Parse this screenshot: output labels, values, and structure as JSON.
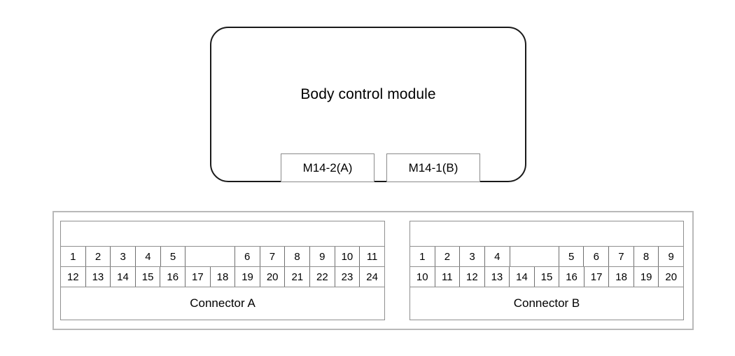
{
  "module": {
    "title": "Body control module",
    "ports": [
      {
        "name": "port-m14-2-a",
        "label": "M14-2(A)"
      },
      {
        "name": "port-m14-1-b",
        "label": "M14-1(B)"
      }
    ]
  },
  "connectors": [
    {
      "id": "connector-a",
      "label": "Connector A",
      "top_row": [
        {
          "label": "1",
          "blank": false,
          "span": 1
        },
        {
          "label": "2",
          "blank": false,
          "span": 1
        },
        {
          "label": "3",
          "blank": false,
          "span": 1
        },
        {
          "label": "4",
          "blank": false,
          "span": 1
        },
        {
          "label": "5",
          "blank": false,
          "span": 1
        },
        {
          "label": "",
          "blank": true,
          "span": 2
        },
        {
          "label": "6",
          "blank": false,
          "span": 1
        },
        {
          "label": "7",
          "blank": false,
          "span": 1
        },
        {
          "label": "8",
          "blank": false,
          "span": 1
        },
        {
          "label": "9",
          "blank": false,
          "span": 1
        },
        {
          "label": "10",
          "blank": false,
          "span": 1
        },
        {
          "label": "11",
          "blank": false,
          "span": 1
        }
      ],
      "bottom_row": [
        {
          "label": "12",
          "blank": false,
          "span": 1
        },
        {
          "label": "13",
          "blank": false,
          "span": 1
        },
        {
          "label": "14",
          "blank": false,
          "span": 1
        },
        {
          "label": "15",
          "blank": false,
          "span": 1
        },
        {
          "label": "16",
          "blank": false,
          "span": 1
        },
        {
          "label": "17",
          "blank": false,
          "span": 1
        },
        {
          "label": "18",
          "blank": false,
          "span": 1
        },
        {
          "label": "19",
          "blank": false,
          "span": 1
        },
        {
          "label": "20",
          "blank": false,
          "span": 1
        },
        {
          "label": "21",
          "blank": false,
          "span": 1
        },
        {
          "label": "22",
          "blank": false,
          "span": 1
        },
        {
          "label": "23",
          "blank": false,
          "span": 1
        },
        {
          "label": "24",
          "blank": false,
          "span": 1
        }
      ]
    },
    {
      "id": "connector-b",
      "label": "Connector B",
      "top_row": [
        {
          "label": "1",
          "blank": false,
          "span": 1
        },
        {
          "label": "2",
          "blank": false,
          "span": 1
        },
        {
          "label": "3",
          "blank": false,
          "span": 1
        },
        {
          "label": "4",
          "blank": false,
          "span": 1
        },
        {
          "label": "",
          "blank": true,
          "span": 2
        },
        {
          "label": "5",
          "blank": false,
          "span": 1
        },
        {
          "label": "6",
          "blank": false,
          "span": 1
        },
        {
          "label": "7",
          "blank": false,
          "span": 1
        },
        {
          "label": "8",
          "blank": false,
          "span": 1
        },
        {
          "label": "9",
          "blank": false,
          "span": 1
        }
      ],
      "bottom_row": [
        {
          "label": "10",
          "blank": false,
          "span": 1
        },
        {
          "label": "11",
          "blank": false,
          "span": 1
        },
        {
          "label": "12",
          "blank": false,
          "span": 1
        },
        {
          "label": "13",
          "blank": false,
          "span": 1
        },
        {
          "label": "14",
          "blank": false,
          "span": 1
        },
        {
          "label": "15",
          "blank": false,
          "span": 1
        },
        {
          "label": "16",
          "blank": false,
          "span": 1
        },
        {
          "label": "17",
          "blank": false,
          "span": 1
        },
        {
          "label": "18",
          "blank": false,
          "span": 1
        },
        {
          "label": "19",
          "blank": false,
          "span": 1
        },
        {
          "label": "20",
          "blank": false,
          "span": 1
        }
      ]
    }
  ],
  "colors": {
    "outline": "#1a1a1a",
    "grid": "#6f6f6f",
    "frame": "#b9b9b9",
    "background": "#ffffff"
  }
}
